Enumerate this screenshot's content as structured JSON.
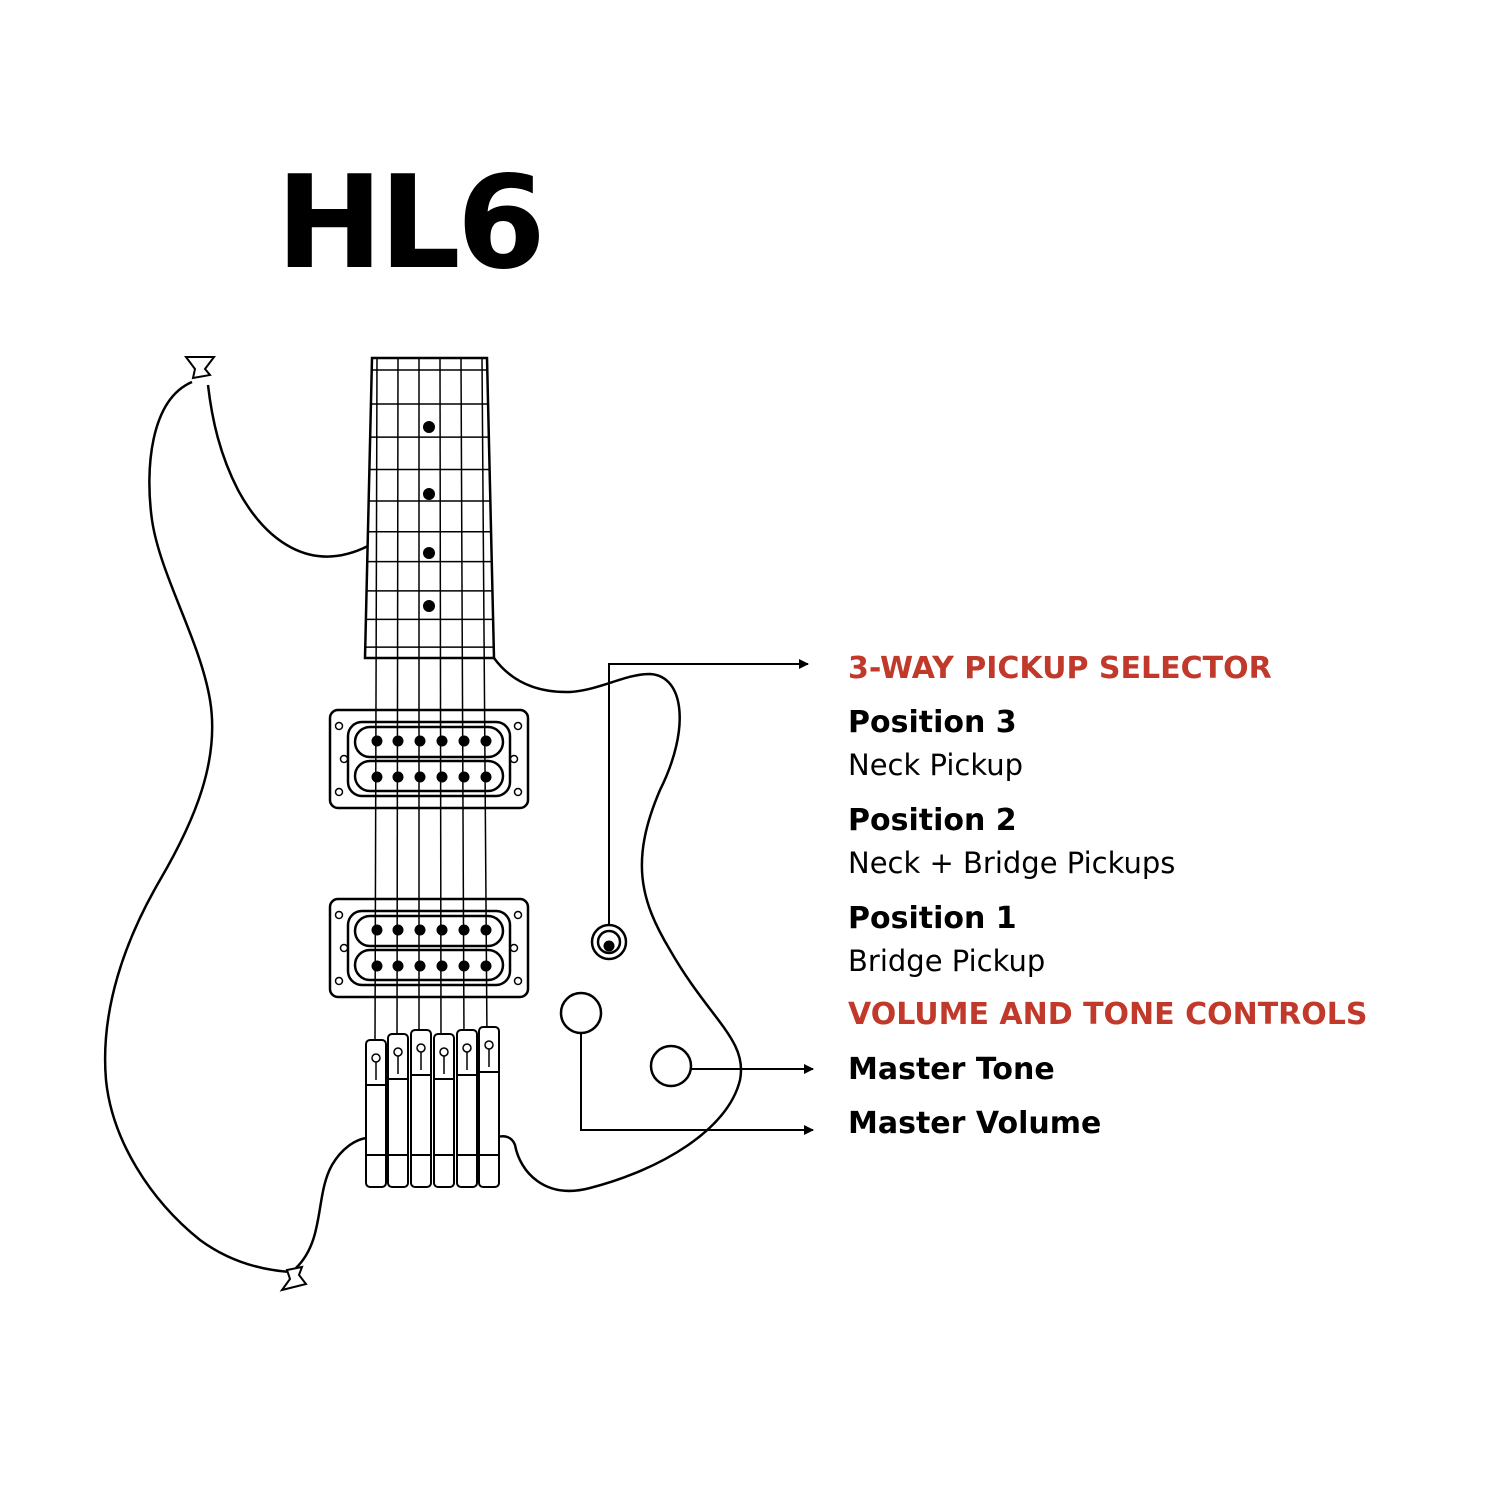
{
  "title": "HL6",
  "colors": {
    "accent": "#c0392b",
    "ink": "#000000",
    "background": "#ffffff"
  },
  "pickup_selector": {
    "heading": "3-WAY PICKUP SELECTOR",
    "positions": [
      {
        "label": "Position 3",
        "description": "Neck Pickup"
      },
      {
        "label": "Position 2",
        "description": "Neck + Bridge Pickups"
      },
      {
        "label": "Position 1",
        "description": "Bridge Pickup"
      }
    ]
  },
  "controls": {
    "heading": "VOLUME AND TONE CONTROLS",
    "tone_label": "Master Tone",
    "volume_label": "Master Volume"
  }
}
